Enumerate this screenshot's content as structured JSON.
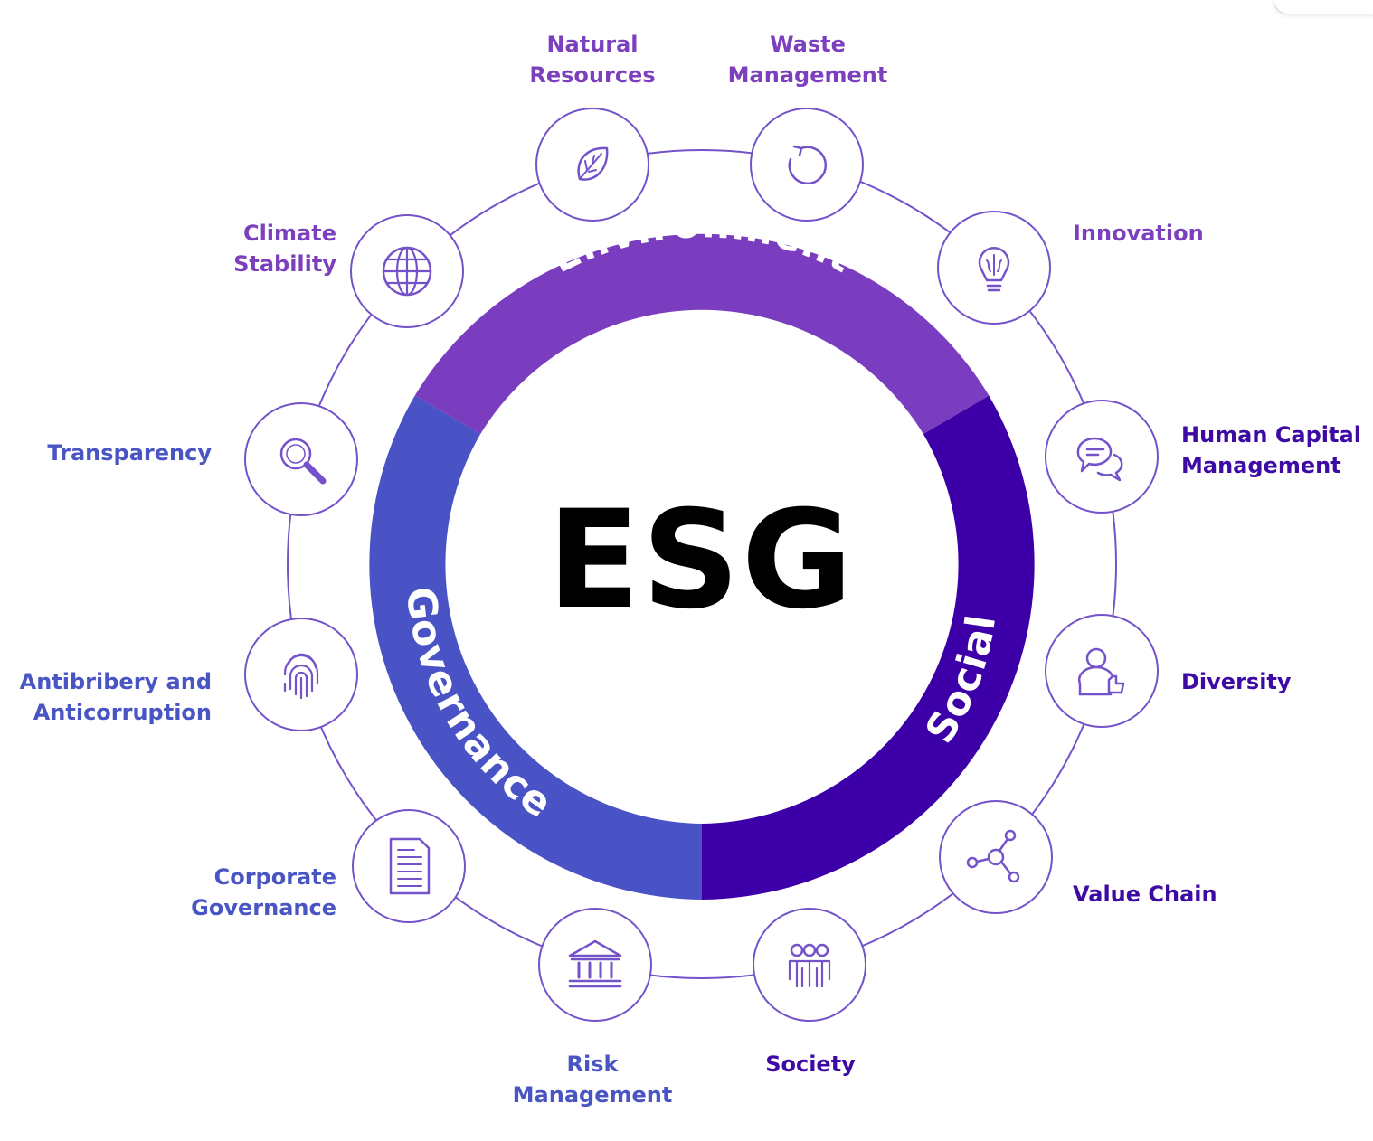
{
  "center": {
    "title": "ESG"
  },
  "segments": [
    {
      "key": "environment",
      "label": "Environment",
      "color": "#7a3dbf"
    },
    {
      "key": "social",
      "label": "Social",
      "color": "#3d00a8"
    },
    {
      "key": "governance",
      "label": "Governance",
      "color": "#4953c5"
    }
  ],
  "colors": {
    "environment_text": "#7c3fbd",
    "social_text": "#3d0aa3",
    "governance_text": "#4a55c4",
    "ring_line": "#7452c9",
    "center_text": "#000000"
  },
  "nodes": [
    {
      "id": "natural-resources",
      "icon": "leaf-icon",
      "lines": [
        "Natural",
        "Resources"
      ]
    },
    {
      "id": "waste-management",
      "icon": "recycle-icon",
      "lines": [
        "Waste",
        "Management"
      ]
    },
    {
      "id": "innovation",
      "icon": "lightbulb-brain-icon",
      "lines": [
        "Innovation"
      ]
    },
    {
      "id": "human-capital-management",
      "icon": "chat-bubbles-icon",
      "lines": [
        "Human Capital",
        "Management"
      ]
    },
    {
      "id": "diversity",
      "icon": "person-thumbs-up-icon",
      "lines": [
        "Diversity"
      ]
    },
    {
      "id": "value-chain",
      "icon": "network-nodes-icon",
      "lines": [
        "Value Chain"
      ]
    },
    {
      "id": "society",
      "icon": "people-group-icon",
      "lines": [
        "Society"
      ]
    },
    {
      "id": "risk-management",
      "icon": "bank-building-icon",
      "lines": [
        "Risk",
        "Management"
      ]
    },
    {
      "id": "corporate-governance",
      "icon": "document-icon",
      "lines": [
        "Corporate",
        "Governance"
      ]
    },
    {
      "id": "antibribery-and-anticorruption",
      "icon": "fingerprint-icon",
      "lines": [
        "Antibribery and",
        "Anticorruption"
      ]
    },
    {
      "id": "transparency",
      "icon": "magnifier-icon",
      "lines": [
        "Transparency"
      ]
    },
    {
      "id": "climate-stability",
      "icon": "globe-icon",
      "lines": [
        "Climate",
        "Stability"
      ]
    }
  ]
}
